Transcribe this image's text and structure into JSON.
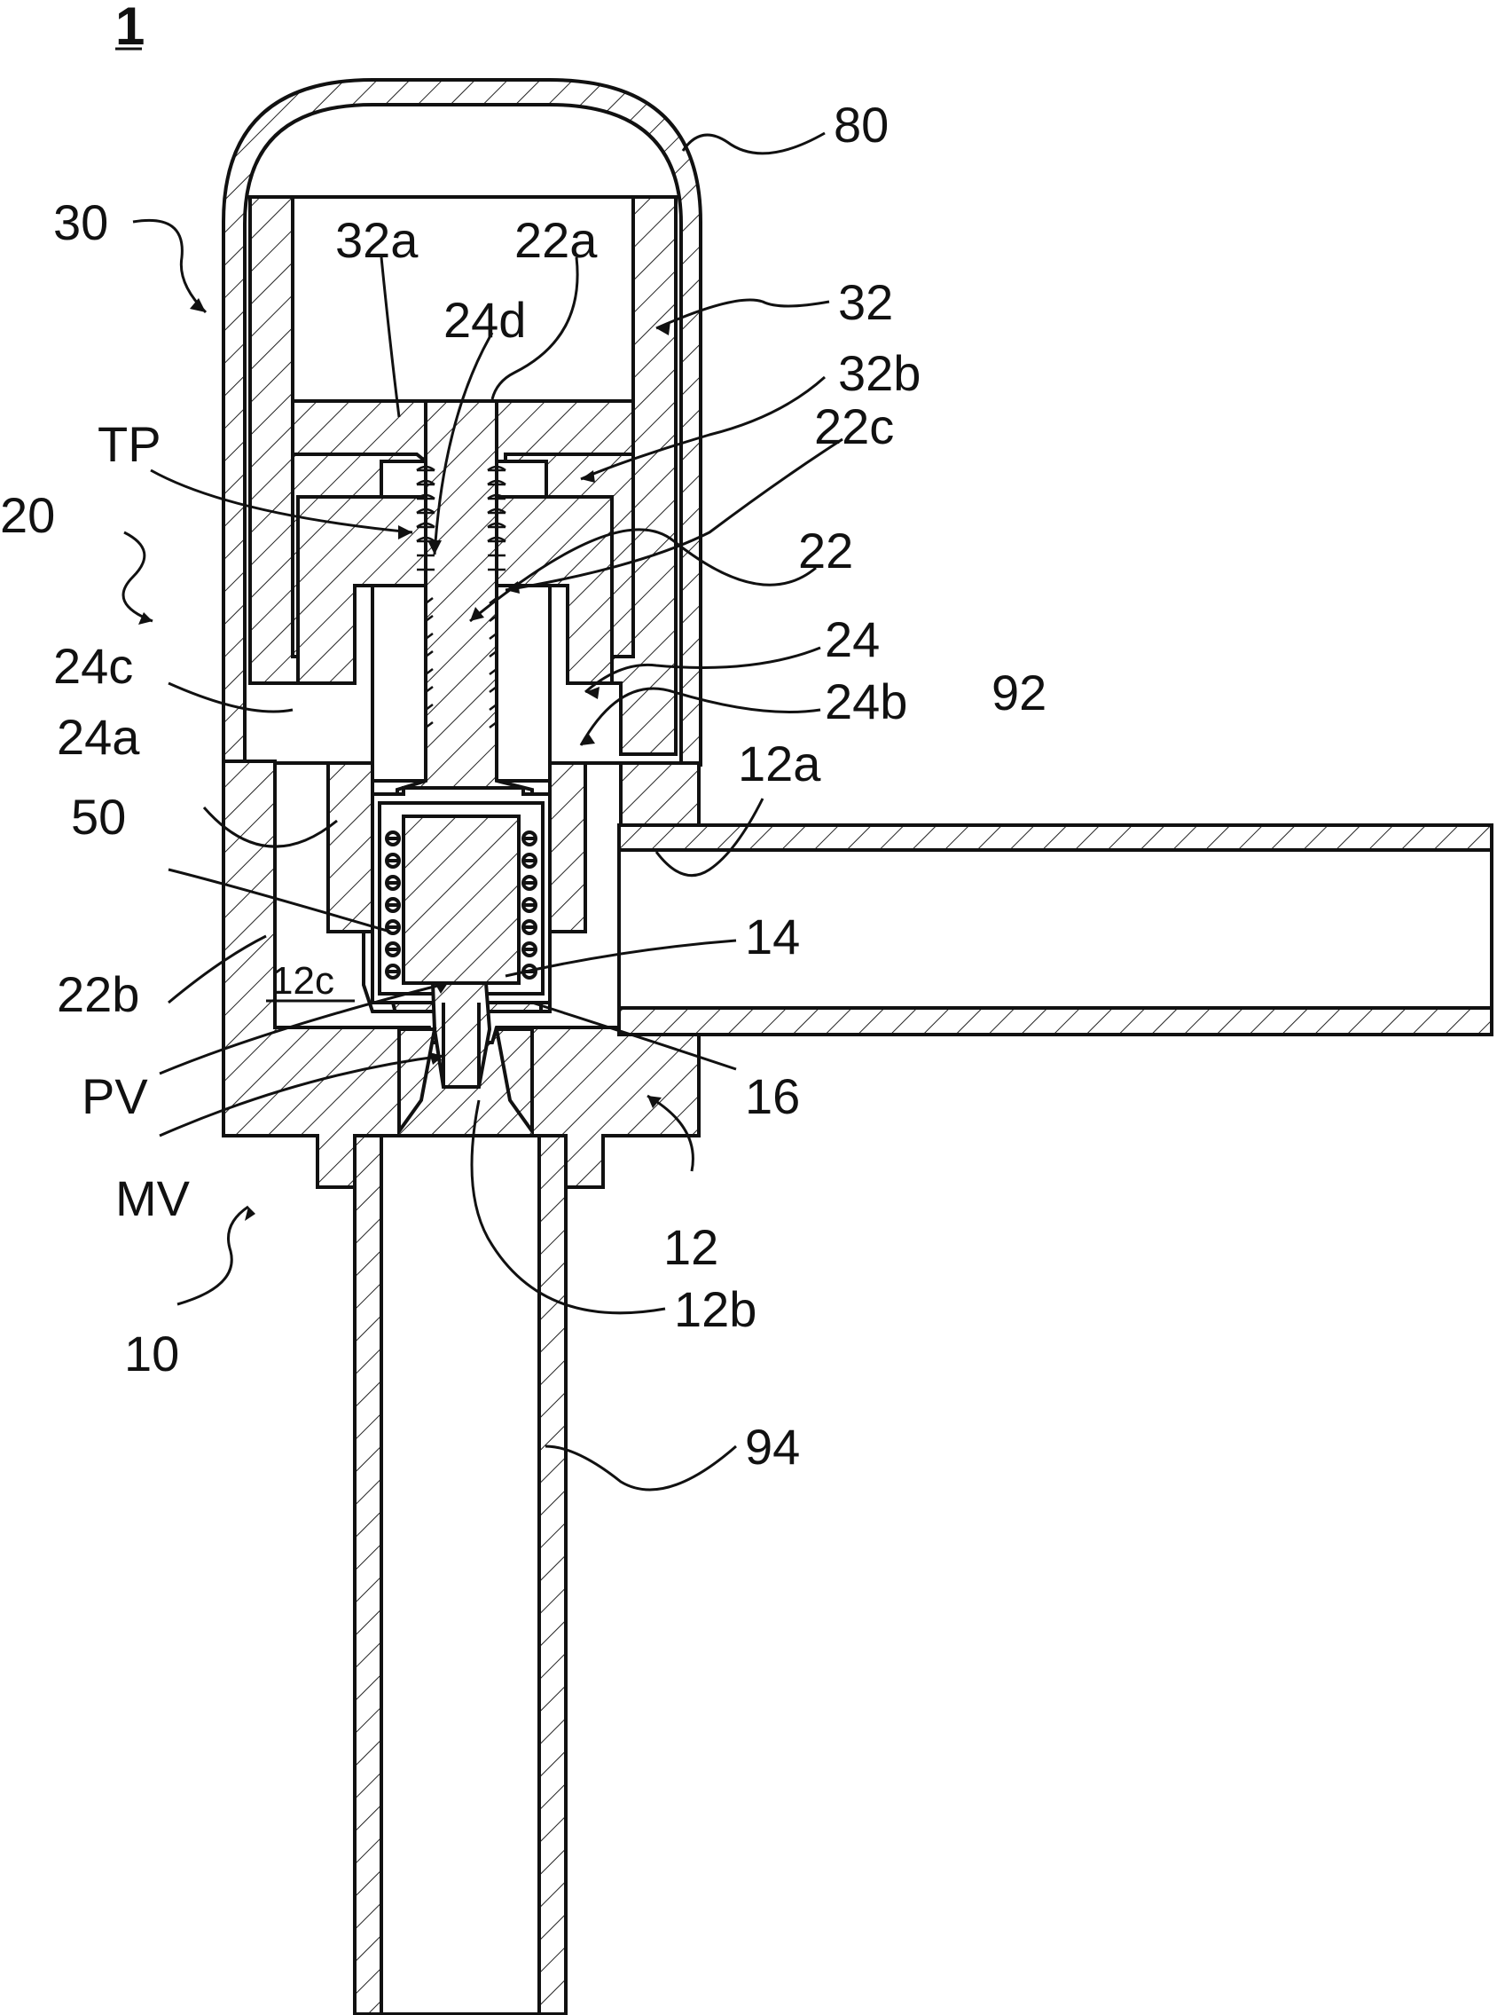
{
  "figure_number": "1",
  "labels": {
    "l80": "80",
    "l30": "30",
    "l32a": "32a",
    "l22a": "22a",
    "l32": "32",
    "l24d": "24d",
    "l32b": "32b",
    "lTP": "TP",
    "l22c": "22c",
    "l20": "20",
    "l22": "22",
    "l24c": "24c",
    "l24": "24",
    "l24b": "24b",
    "l92": "92",
    "l24a": "24a",
    "l12a": "12a",
    "l50": "50",
    "l14": "14",
    "l22b": "22b",
    "l12c": "12c",
    "lPV": "PV",
    "l16": "16",
    "lMV": "MV",
    "l12": "12",
    "l10": "10",
    "l12b": "12b",
    "l94": "94"
  }
}
